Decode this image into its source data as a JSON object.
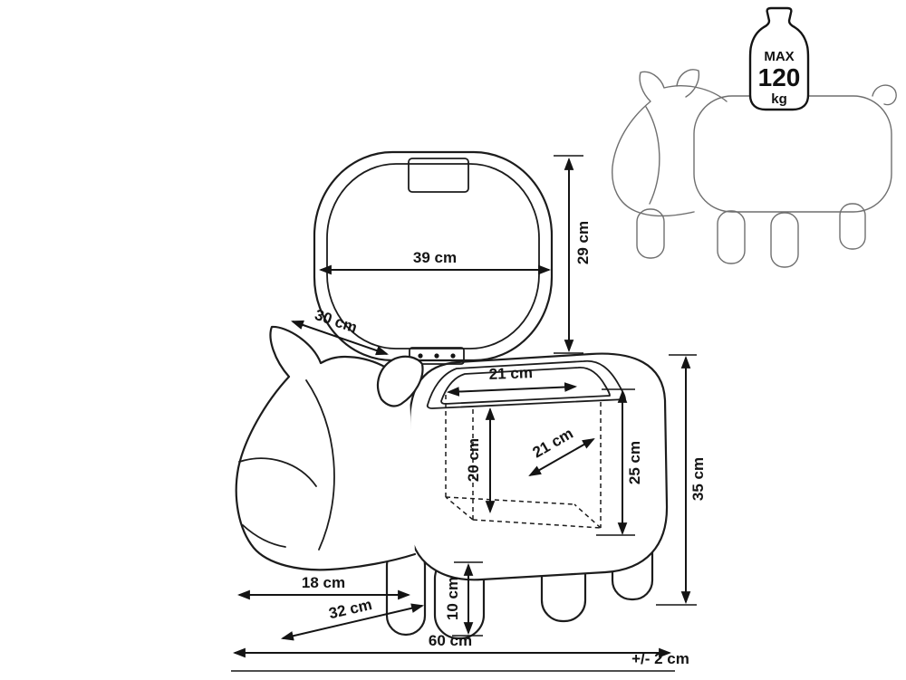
{
  "diagram": {
    "dimensions": {
      "lid_width": "39 cm",
      "lid_height": "29 cm",
      "lid_depth": "30 cm",
      "opening_width": "21 cm",
      "inner_height": "20 cm",
      "inner_depth": "21 cm",
      "compartment_height": "25 cm",
      "body_height": "35 cm",
      "head_length": "18 cm",
      "front_diagonal": "32 cm",
      "leg_height": "10 cm",
      "total_length": "60 cm"
    },
    "weight_limit": {
      "label": "MAX",
      "value": "120",
      "unit": "kg"
    },
    "tolerance": "+/- 2 cm",
    "colors": {
      "line": "#1c1c1c",
      "background": "#ffffff",
      "thumbnail_line": "#6f6f6f"
    }
  }
}
